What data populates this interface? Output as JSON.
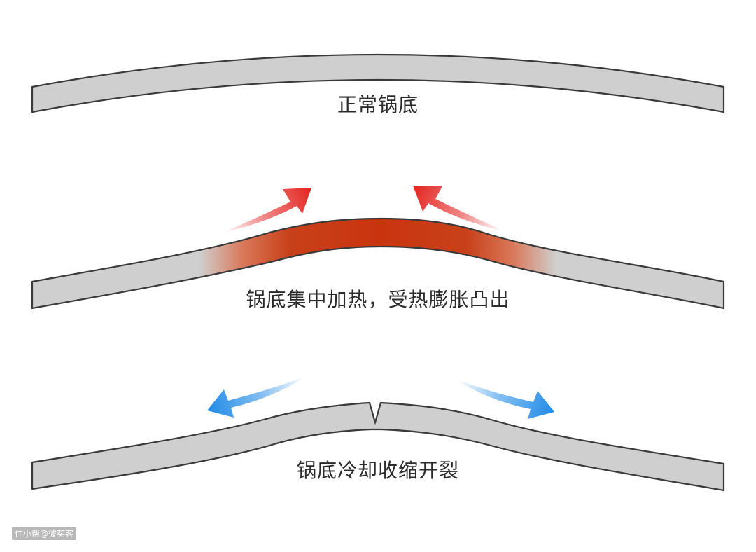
{
  "stages": {
    "normal": {
      "caption": "正常锅底"
    },
    "heated": {
      "caption": "锅底集中加热，受热膨胀凸出"
    },
    "cooled": {
      "caption": "锅底冷却收缩开裂"
    }
  },
  "watermark": "住小帮@彼奕客",
  "colors": {
    "pan_fill": "#cfcfcf",
    "pan_stroke": "#3a3a3a",
    "heat_red": "#e3231f",
    "heat_core": "#cc3a10",
    "cool_blue": "#1f8ae6"
  },
  "icons": {
    "heat_arrow": "heat-arrow-icon",
    "cool_arrow": "cool-arrow-icon"
  }
}
